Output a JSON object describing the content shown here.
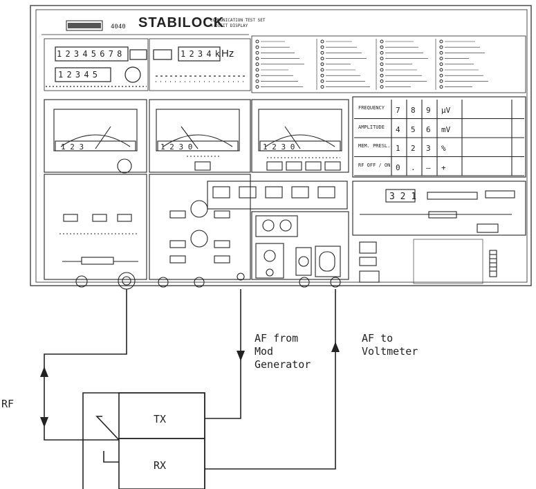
{
  "instrument": {
    "brand": "STABILOCK",
    "model": "4040",
    "subtitle_line1": "COMMUNICATION TEST SET",
    "subtitle_line2": "4-DIGIT DISPLAY",
    "digits_rf": "1 2 3 4 5 6 7 8",
    "digits_sub": "1 2 3 4 5",
    "digits_af": "1 2 3 4 k",
    "unit_hz": "Hz",
    "meter_scale_1": "1 2 3",
    "meter_scale_2": "1 2 3 0",
    "meter_scale_3": "1 2 3 0",
    "keypad": {
      "rows": [
        {
          "label": "FREQUENCY",
          "keys": [
            "7",
            "8",
            "9",
            "μV"
          ]
        },
        {
          "label": "AMPLITUDE",
          "keys": [
            "4",
            "5",
            "6",
            "mV"
          ]
        },
        {
          "label": "MEM. PRESL.",
          "keys": [
            "1",
            "2",
            "3",
            "%"
          ]
        },
        {
          "label": "RF OFF / ON",
          "keys": [
            "0",
            ".",
            "–",
            "+"
          ]
        }
      ]
    },
    "memory_display": "3 2 1"
  },
  "labels": {
    "rf": "RF",
    "af_from": "AF from\nMod\nGenerator",
    "af_to": "AF to\nVoltmeter",
    "tx": "TX",
    "rx": "RX"
  }
}
